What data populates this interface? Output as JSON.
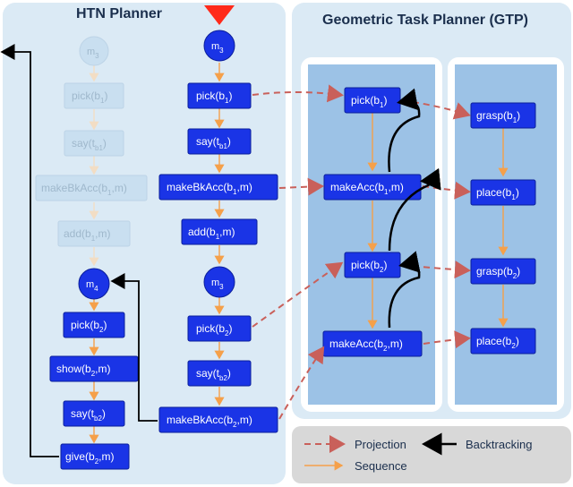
{
  "htn_title": "HTN Planner",
  "gtp_title": "Geometric Task Planner (GTP)",
  "htn_faded": {
    "circle_m3": "m",
    "circle_m3_sub": "3",
    "pick": "pick(b",
    "pick_sub": "1",
    "say": "say(t",
    "say_sub": "b1",
    "makebk": "makeBkAcc(b",
    "makebk_sub": "1",
    "makebk_tail": ",m)",
    "add": "add(b",
    "add_sub": "1",
    "add_tail": ",m)"
  },
  "htn_active": {
    "m3": "m",
    "m3_sub": "3",
    "pick": "pick(b",
    "pick_sub": "1",
    "say": "say(t",
    "say_sub": "b1",
    "makebk": "makeBkAcc(b",
    "makebk_sub": "1",
    "makebk_tail": ",m)",
    "add": "add(b",
    "add_sub": "1",
    "add_tail": ",m)",
    "m3b": "m",
    "m3b_sub": "3",
    "pick2": "pick(b",
    "pick2_sub": "2",
    "say2": "say(t",
    "say2_sub": "b2",
    "makebk2": "makeBkAcc(b",
    "makebk2_sub": "2",
    "makebk2_tail": ",m)"
  },
  "htn_left": {
    "m4": "m",
    "m4_sub": "4",
    "pick": "pick(b",
    "pick_sub": "2",
    "show": "show(b",
    "show_sub": "2",
    "show_tail": ",m)",
    "say": "say(t",
    "say_sub": "b2",
    "give": "give(b",
    "give_sub": "2",
    "give_tail": ",m)"
  },
  "gtp_mid": {
    "pick1": "pick(b",
    "pick1_sub": "1",
    "acc1": "makeAcc(b",
    "acc1_sub": "1",
    "acc1_tail": ",m)",
    "pick2": "pick(b",
    "pick2_sub": "2",
    "acc2": "makeAcc(b",
    "acc2_sub": "2",
    "acc2_tail": ",m)"
  },
  "gtp_right": {
    "grasp1": "grasp(b",
    "grasp1_sub": "1",
    "place1": "place(b",
    "place1_sub": "1",
    "grasp2": "grasp(b",
    "grasp2_sub": "2",
    "place2": "place(b",
    "place2_sub": "2"
  },
  "legend": {
    "projection": "Projection",
    "backtracking": "Backtracking",
    "sequence": "Sequence"
  },
  "colors": {
    "node": "#1a34e6",
    "panel_bg": "#dbeaf5",
    "gtp_column": "#9cc2e6",
    "projection": "#c9605a",
    "sequence": "#f5a04a",
    "backtracking": "#000000"
  }
}
